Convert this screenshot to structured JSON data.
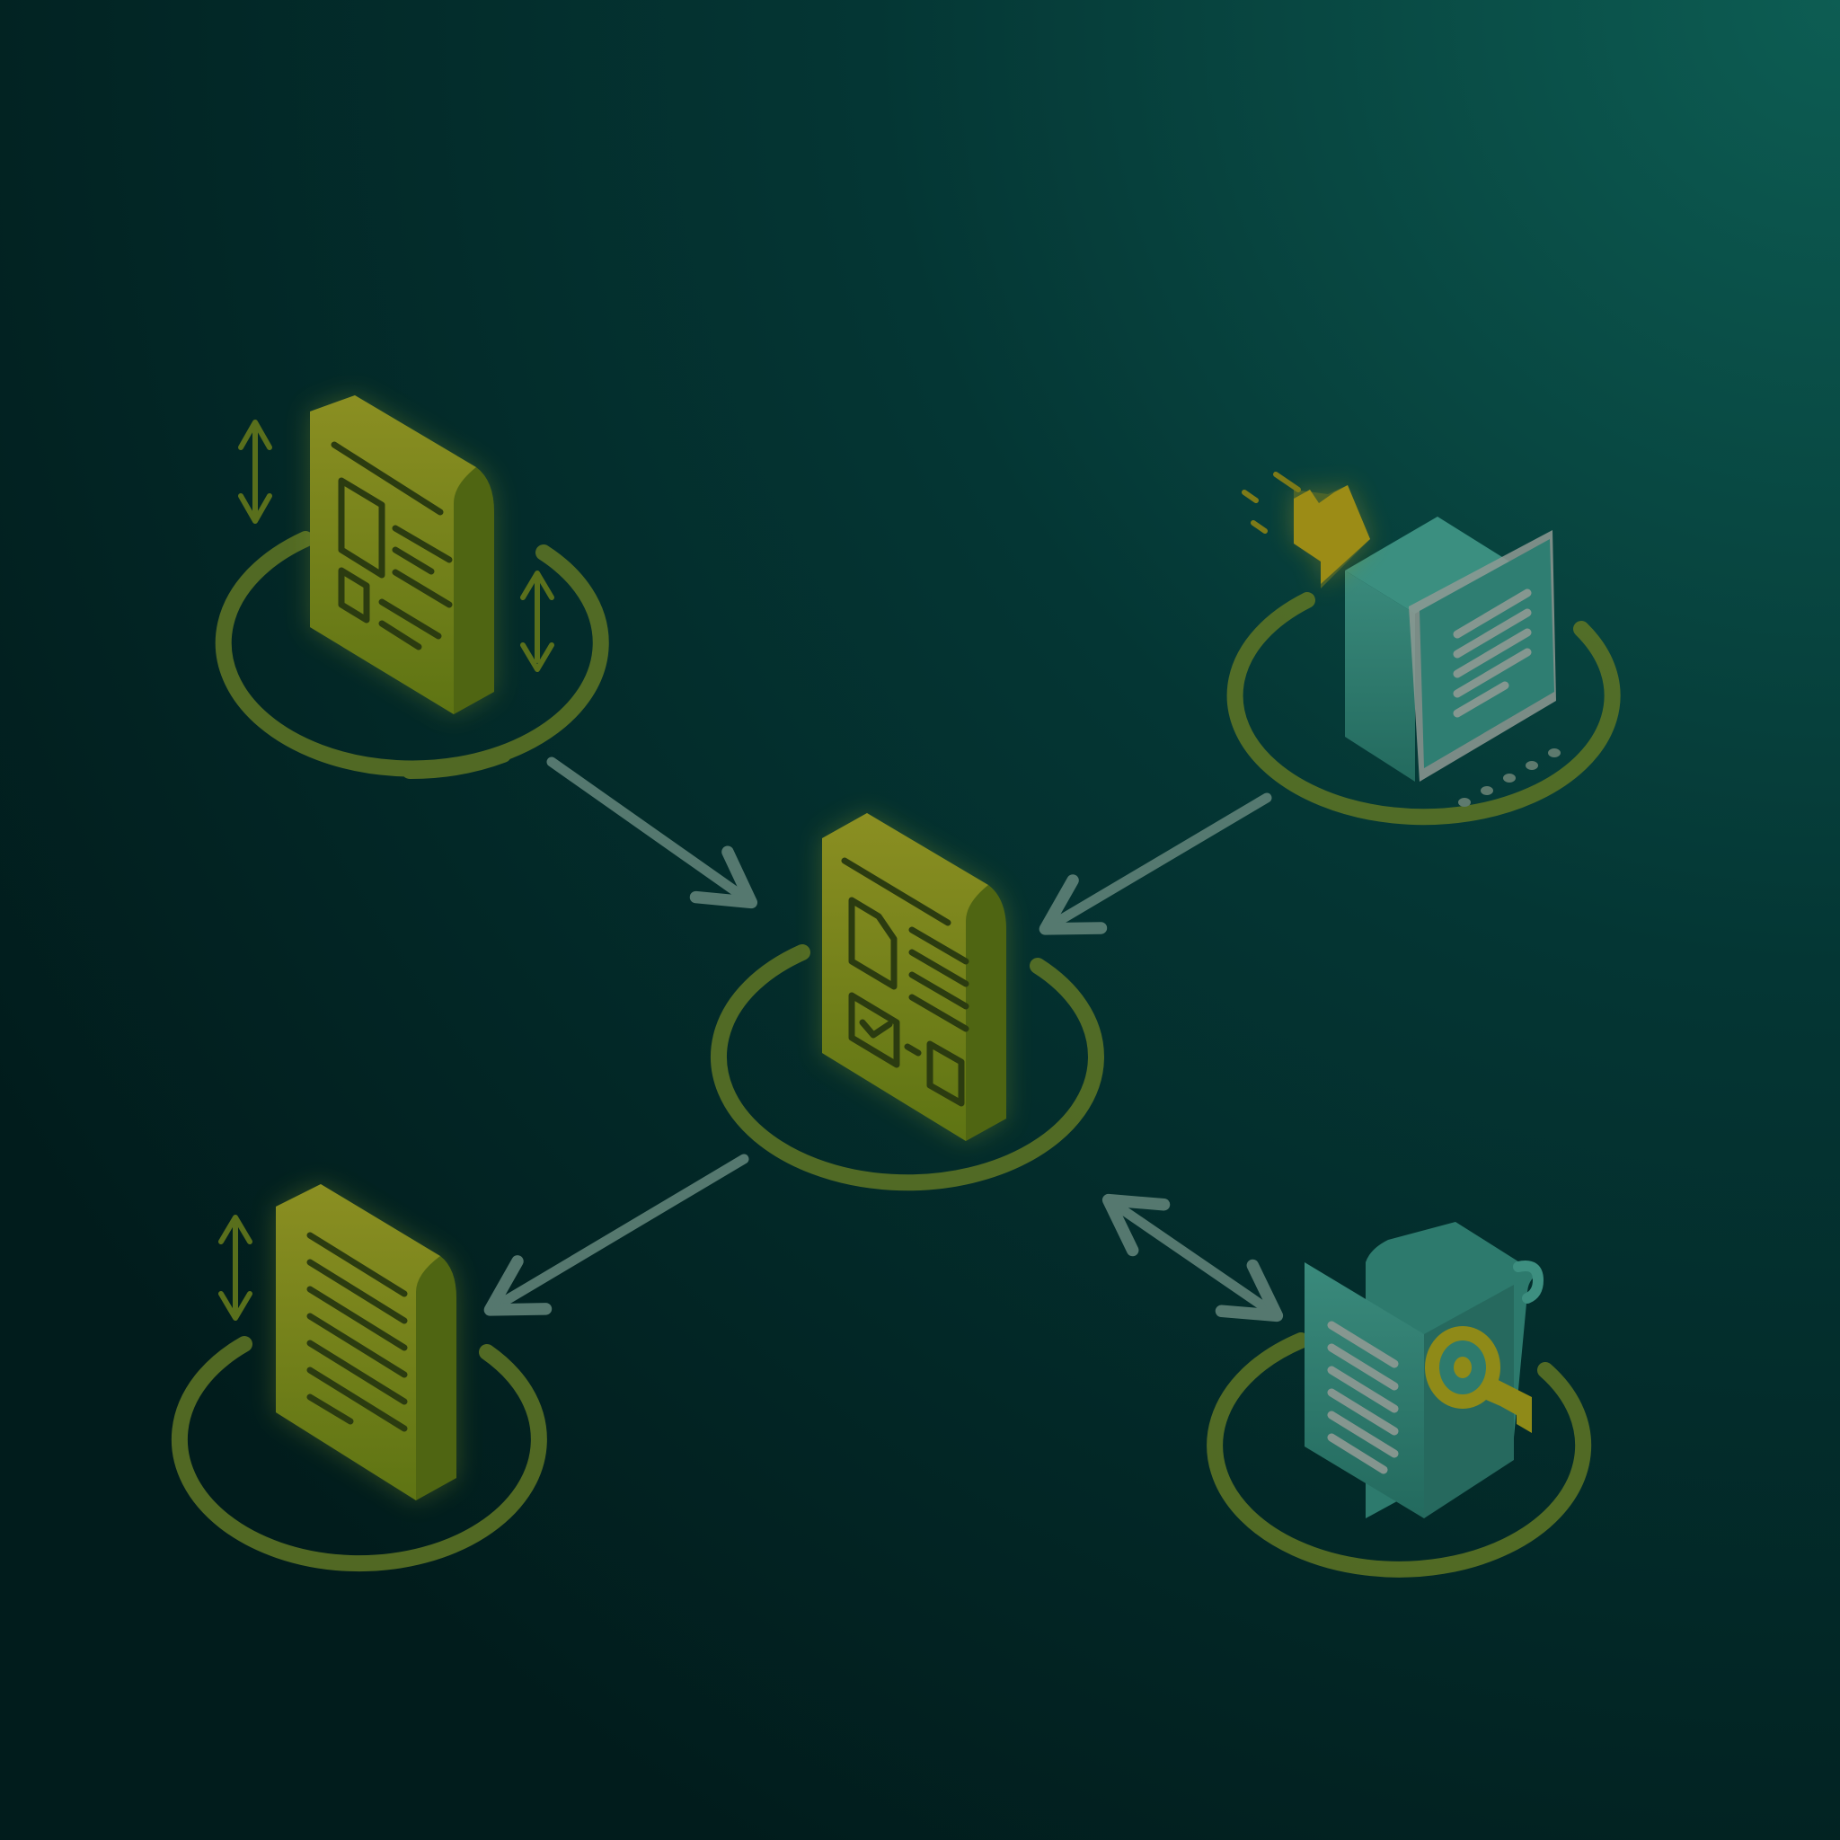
{
  "colors": {
    "bg_dark": "#01201f",
    "bg_mid": "#032b2b",
    "bg_light": "#0b5a50",
    "olive": "#7a8a1e",
    "olive_dark": "#55660f",
    "olive_line": "#2b3b10",
    "teal": "#2f7e72",
    "teal_dark": "#1f5f55",
    "paper_grey": "#8f9a94",
    "arrow": "#5e8177",
    "ring": "#5f7524",
    "accent_yellow": "#a08f18"
  },
  "nodes": [
    {
      "id": "source-a",
      "icon": "layout-document-icon",
      "style": "olive"
    },
    {
      "id": "source-b",
      "icon": "open-book-document-icon",
      "style": "teal"
    },
    {
      "id": "hub",
      "icon": "form-document-icon",
      "style": "olive"
    },
    {
      "id": "output-a",
      "icon": "text-document-icon",
      "style": "olive"
    },
    {
      "id": "output-b",
      "icon": "locked-document-icon",
      "style": "teal"
    }
  ],
  "edges": [
    {
      "from": "source-a",
      "to": "hub",
      "direction": "forward"
    },
    {
      "from": "source-b",
      "to": "hub",
      "direction": "forward"
    },
    {
      "from": "hub",
      "to": "output-a",
      "direction": "forward"
    },
    {
      "from": "hub",
      "to": "output-b",
      "direction": "both"
    }
  ]
}
